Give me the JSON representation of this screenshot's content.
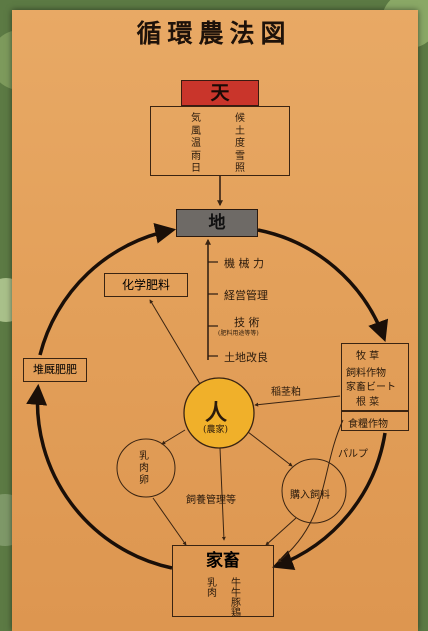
{
  "title": "循環農法図",
  "heaven": {
    "label": "天",
    "items_left": [
      "気",
      "風",
      "温",
      "雨",
      "日"
    ],
    "items_right": [
      "候",
      "土",
      "度",
      "雪",
      "照"
    ]
  },
  "earth": {
    "label": "地",
    "factors": [
      "機 械 力",
      "経営管理",
      "技 術",
      "(肥料用途等等)",
      "土地改良"
    ]
  },
  "chemical_fertilizer": "化学肥料",
  "compost": "堆厩肥肥",
  "crops": {
    "header": "牧 草",
    "items": [
      "飼料作物",
      "家畜ビート",
      "根 菜"
    ],
    "food": "食糧作物"
  },
  "human": {
    "label": "人",
    "sub": "(農家)"
  },
  "produce": "乳\n肉\n卵",
  "purchased_feed": "購入飼料",
  "management": "飼養管理等",
  "pulp": "パルプ",
  "feed_meal": "稲茎粕",
  "livestock": {
    "label": "家畜",
    "items_left": [
      "乳",
      "肉"
    ],
    "items_right": [
      "牛",
      "牛",
      "豚",
      "鶏"
    ]
  }
}
